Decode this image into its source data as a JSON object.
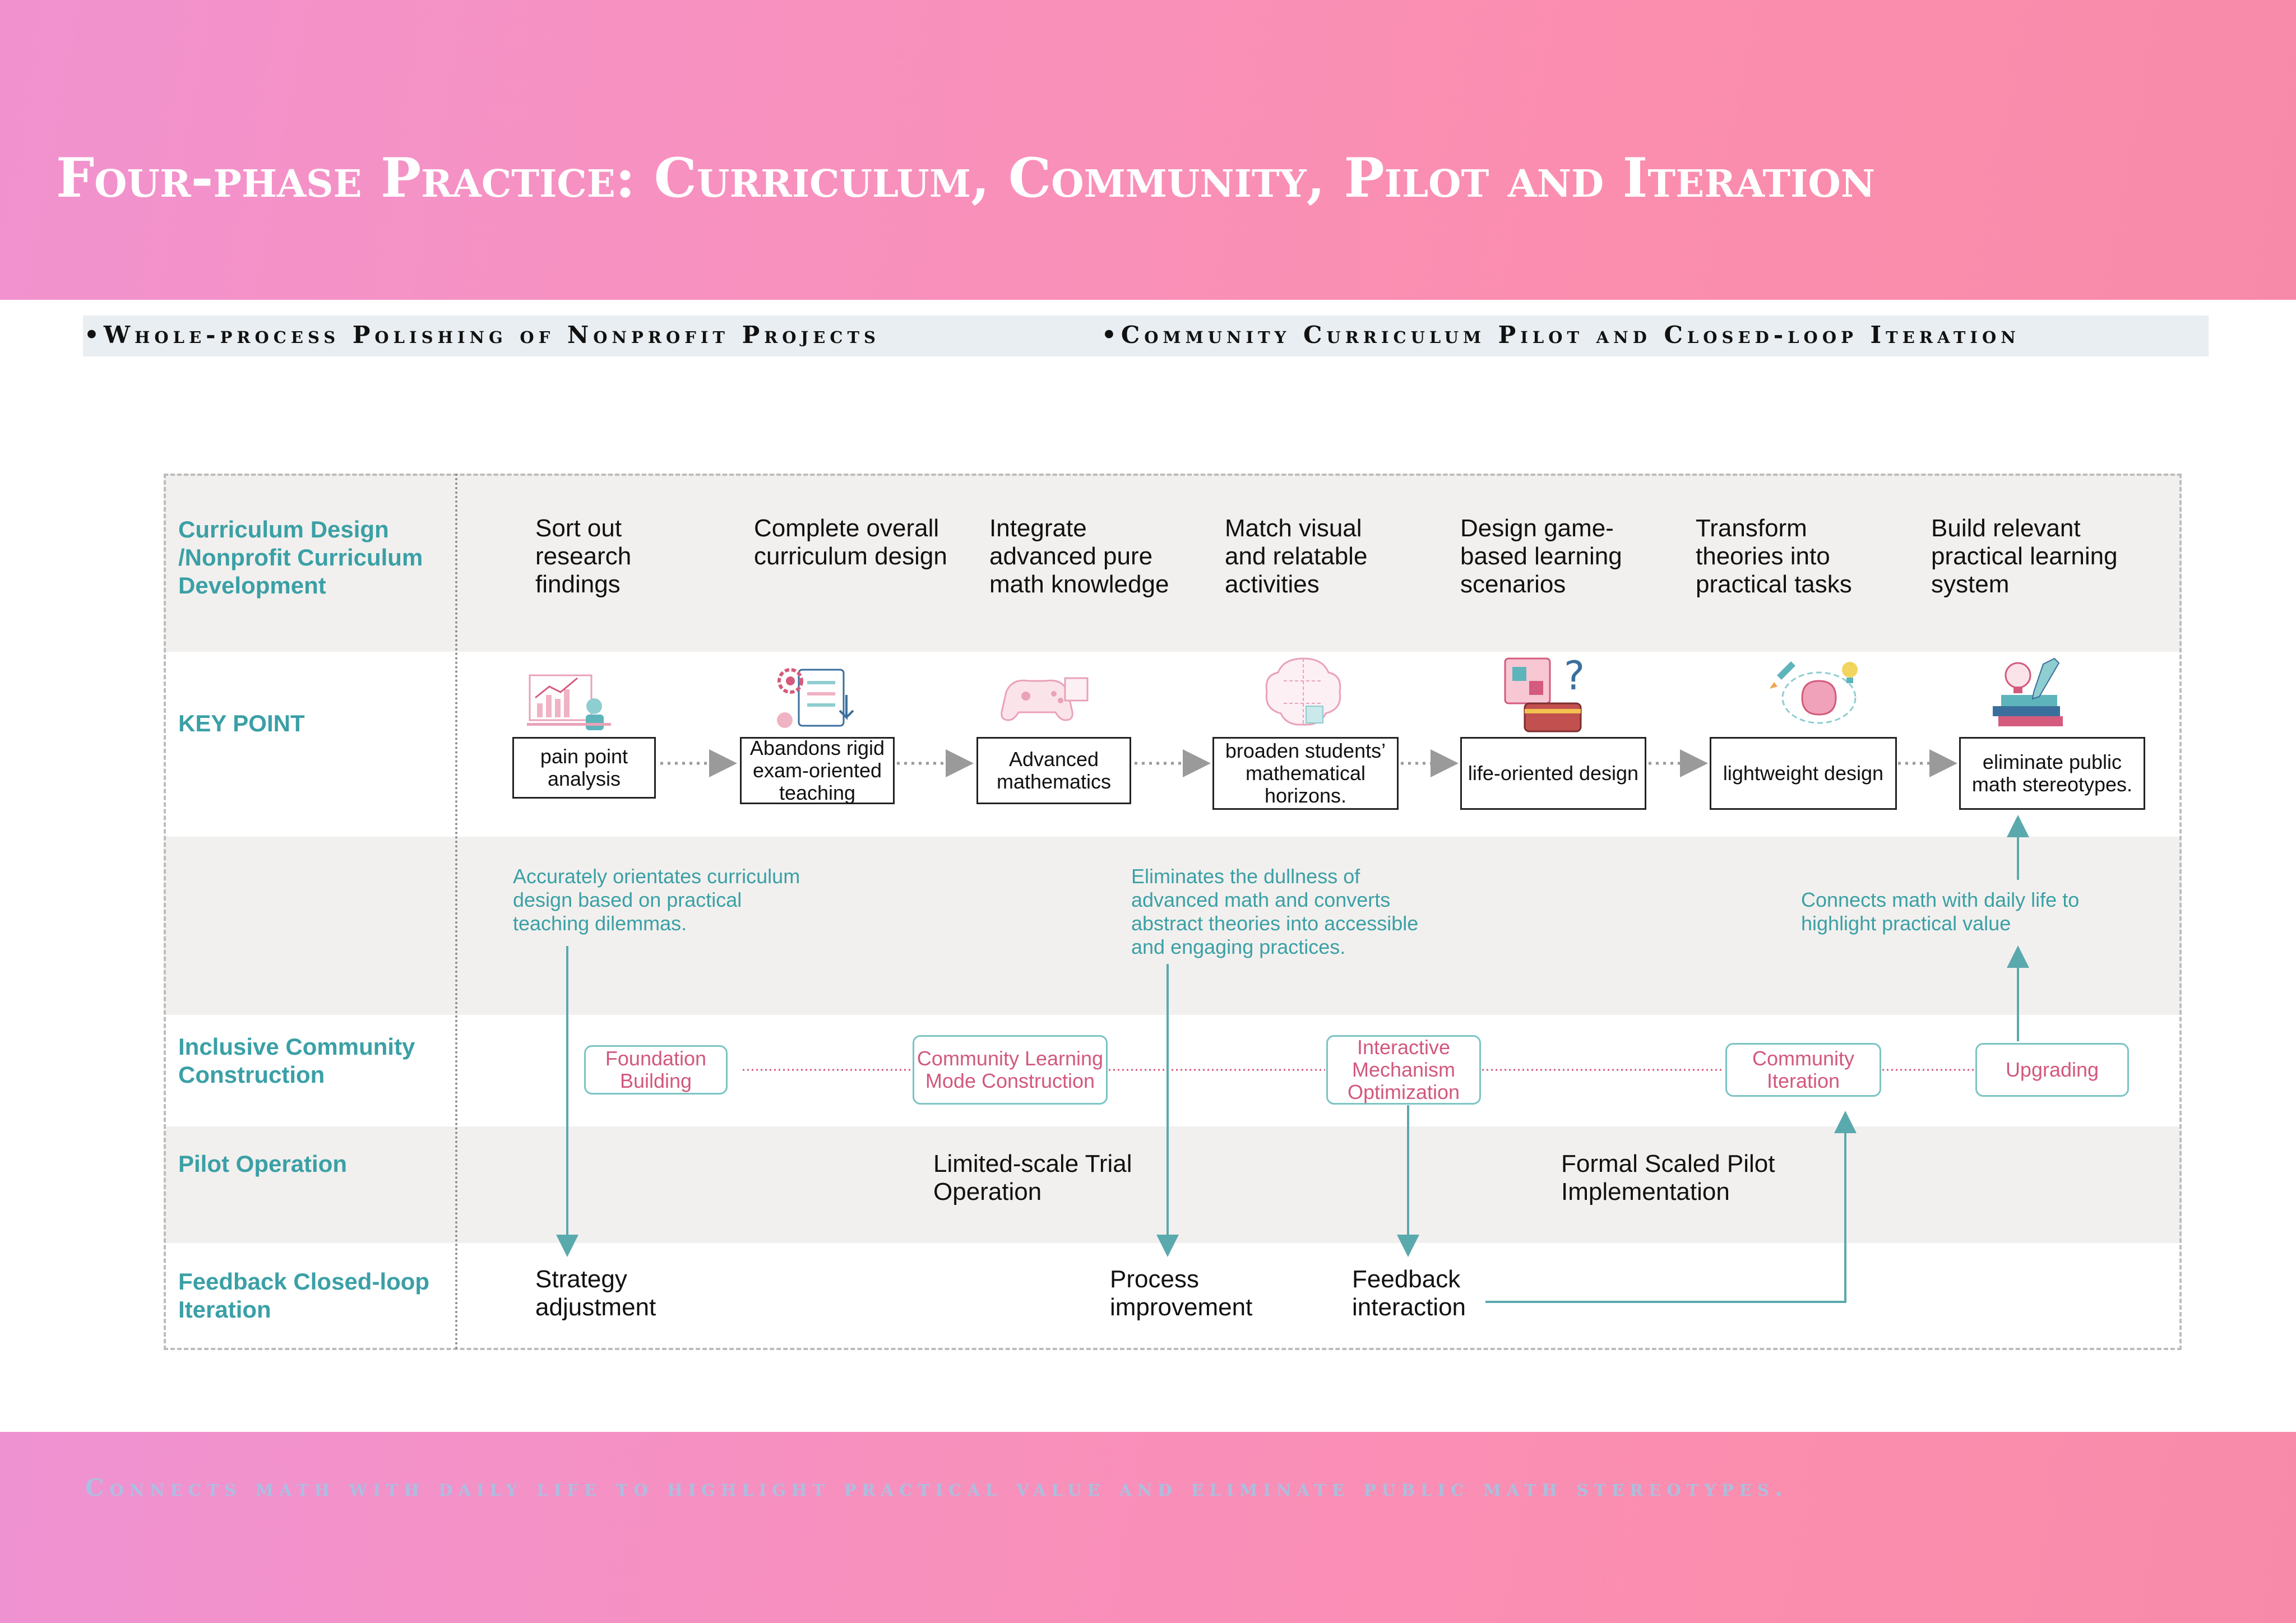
{
  "title": "Four-phase Practice: Curriculum, Community, Pilot and Iteration",
  "subtitles": [
    "•Whole-process Polishing of Nonprofit Projects",
    "•Community Curriculum Pilot and Closed-loop Iteration"
  ],
  "rows": {
    "curriculum": "Curriculum Design /Nonprofit Curriculum Development",
    "key_point": "KEY POINT",
    "community": "Inclusive Community Construction",
    "pilot": "Pilot Operation",
    "feedback": "Feedback Closed-loop Iteration"
  },
  "curriculum_steps": [
    "Sort out research findings",
    "Complete overall curriculum design",
    "Integrate advanced pure math knowledge",
    "Match visual and relatable activities",
    "Design game-based learning scenarios",
    "Transform theories into practical tasks",
    "Build relevant practical learning system"
  ],
  "key_points": [
    {
      "label": "pain point analysis",
      "icon": "data-analysis-icon"
    },
    {
      "label": "Abandons rigid exam-oriented teaching",
      "icon": "checklist-gear-icon"
    },
    {
      "label": "Advanced mathematics",
      "icon": "gamepad-cube-icon"
    },
    {
      "label": "broaden students’ mathematical horizons.",
      "icon": "brain-puzzle-icon"
    },
    {
      "label": "life-oriented design",
      "icon": "puzzle-treasure-icon"
    },
    {
      "label": "lightweight design",
      "icon": "rocket-brain-icon"
    },
    {
      "label": "eliminate public math stereotypes.",
      "icon": "books-lightbulb-icon"
    }
  ],
  "notes": [
    "Accurately orientates curriculum design based on practical teaching dilemmas.",
    "Eliminates the dullness of advanced math and converts abstract theories into accessible and engaging practices.",
    "Connects math with daily life to highlight practical value"
  ],
  "community_steps": [
    "Foundation Building",
    "Community Learning Mode Construction",
    "Interactive Mechanism Optimization",
    "Community Iteration",
    "Upgrading"
  ],
  "pilot_steps": [
    "Limited-scale Trial Operation",
    "Formal Scaled Pilot Implementation"
  ],
  "feedback_steps": [
    "Strategy adjustment",
    "Process improvement",
    "Feedback interaction"
  ],
  "footer": "Connects math with daily life to highlight practical value and eliminate public math stereotypes.",
  "colors": {
    "header": "#f891be",
    "teal": "#3aa0a6",
    "pink": "#d2587d"
  }
}
